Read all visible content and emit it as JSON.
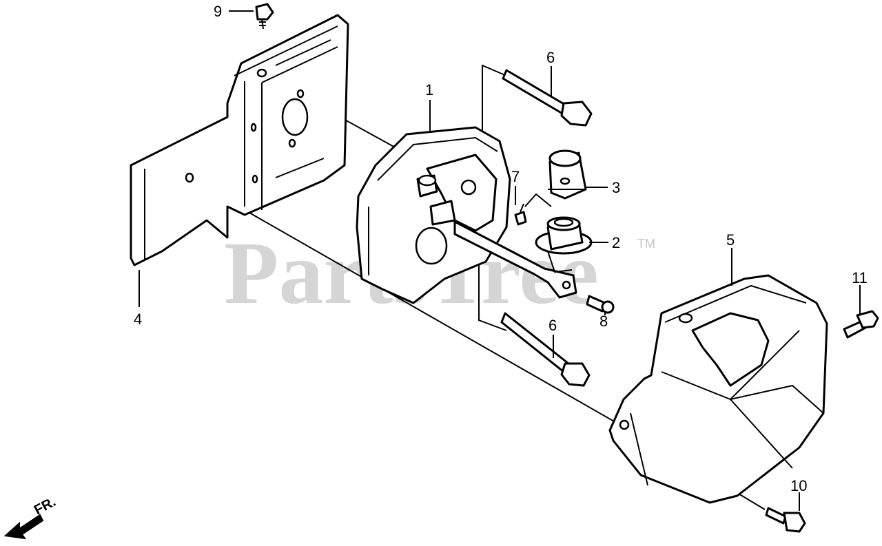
{
  "watermark": {
    "text": "PartsTree",
    "trademark": "TM"
  },
  "direction": {
    "label": "FR."
  },
  "callouts": {
    "c1": "1",
    "c2": "2",
    "c3": "3",
    "c4": "4",
    "c5": "5",
    "c6a": "6",
    "c6b": "6",
    "c7": "7",
    "c8": "8",
    "c9": "9",
    "c10": "10",
    "c11": "11"
  }
}
